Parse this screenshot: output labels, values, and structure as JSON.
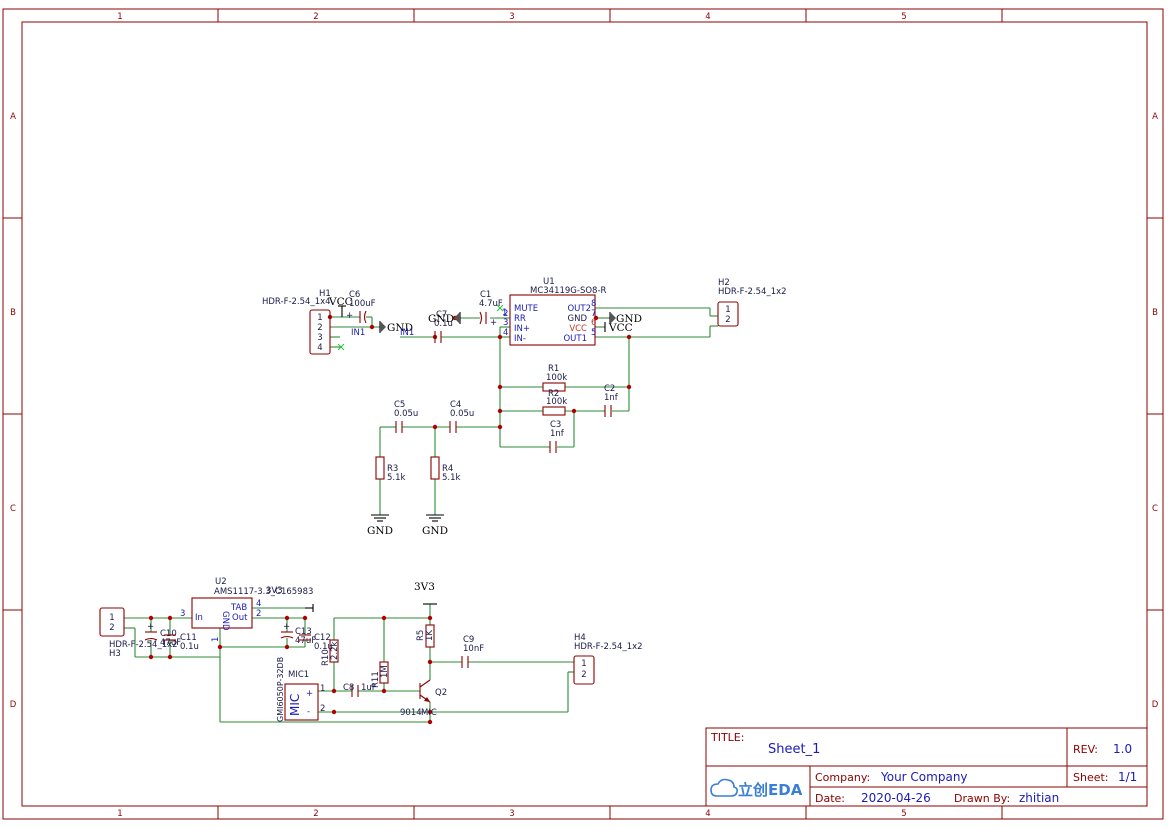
{
  "sheet": {
    "columns": [
      "1",
      "2",
      "3",
      "4",
      "5"
    ],
    "rows": [
      "A",
      "B",
      "C",
      "D"
    ]
  },
  "title_block": {
    "title_label": "TITLE:",
    "title_value": "Sheet_1",
    "rev_label": "REV:",
    "rev_value": "1.0",
    "company_label": "Company:",
    "company_value": "Your Company",
    "sheet_label": "Sheet:",
    "sheet_value": "1/1",
    "date_label": "Date:",
    "date_value": "2020-04-26",
    "drawn_label": "Drawn By:",
    "drawn_value": "zhitian",
    "logo_text": "立创EDA",
    "logo_color": "#3b7fd4"
  },
  "components": {
    "h1": {
      "ref": "H1",
      "value": "HDR-F-2.54_1x4",
      "pins": [
        "1",
        "2",
        "3",
        "4"
      ]
    },
    "c6": {
      "ref": "C6",
      "value": "100uF"
    },
    "h2": {
      "ref": "H2",
      "value": "HDR-F-2.54_1x2",
      "pins": [
        "1",
        "2"
      ]
    },
    "c7": {
      "ref": "C7",
      "value": "0.1u"
    },
    "c1": {
      "ref": "C1",
      "value": "4.7uF"
    },
    "u1": {
      "ref": "U1",
      "value": "MC34119G-SO8-R",
      "left_pins": [
        {
          "num": "1",
          "name": "MUTE"
        },
        {
          "num": "2",
          "name": "RR"
        },
        {
          "num": "3",
          "name": "IN+"
        },
        {
          "num": "4",
          "name": "IN-"
        }
      ],
      "right_pins": [
        {
          "num": "8",
          "name": "OUT2"
        },
        {
          "num": "7",
          "name": "GND"
        },
        {
          "num": "6",
          "name": "VCC"
        },
        {
          "num": "5",
          "name": "OUT1"
        }
      ]
    },
    "r1": {
      "ref": "R1",
      "value": "100k"
    },
    "r2": {
      "ref": "R2",
      "value": "100k"
    },
    "c2": {
      "ref": "C2",
      "value": "1nf"
    },
    "c3": {
      "ref": "C3",
      "value": "1nf"
    },
    "c5": {
      "ref": "C5",
      "value": "0.05u"
    },
    "c4": {
      "ref": "C4",
      "value": "0.05u"
    },
    "r3": {
      "ref": "R3",
      "value": "5.1k"
    },
    "r4": {
      "ref": "R4",
      "value": "5.1k"
    },
    "u2": {
      "ref": "U2",
      "value": "AMS1117-3.3_C165983",
      "pin_in": "In",
      "pin_gnd": "GND",
      "pin_tab": "TAB",
      "pin_out": "Out",
      "pin_nums": [
        "3",
        "1",
        "4",
        "2"
      ]
    },
    "h3": {
      "ref": "H3",
      "value": "HDR-F-2.54_1x2",
      "pins": [
        "1",
        "2"
      ]
    },
    "c10": {
      "ref": "C10",
      "value": "47uF"
    },
    "c11": {
      "ref": "C11",
      "value": "0.1u"
    },
    "c13": {
      "ref": "C13",
      "value": "47uF"
    },
    "c12": {
      "ref": "C12",
      "value": "0.1u"
    },
    "r10": {
      "ref": "R10",
      "value": "2.2k"
    },
    "r11": {
      "ref": "R11",
      "value": "1M"
    },
    "r5": {
      "ref": "R5",
      "value": "1K"
    },
    "c9": {
      "ref": "C9",
      "value": "10nF"
    },
    "c8": {
      "ref": "C8",
      "value": "1uF"
    },
    "h4": {
      "ref": "H4",
      "value": "HDR-F-2.54_1x2",
      "pins": [
        "1",
        "2"
      ]
    },
    "mic1": {
      "ref": "MIC1",
      "value": "GMI6050P-32DB",
      "body": "MIC",
      "pins": [
        "1",
        "2"
      ],
      "plus": "+",
      "minus": "-"
    },
    "q2": {
      "ref": "Q2",
      "value": "9014"
    }
  },
  "nets": {
    "vcc": "VCC",
    "gnd": "GND",
    "in1": "IN1",
    "v3": "3V3",
    "mic": "MIC",
    "v3_tab": "3V3"
  }
}
